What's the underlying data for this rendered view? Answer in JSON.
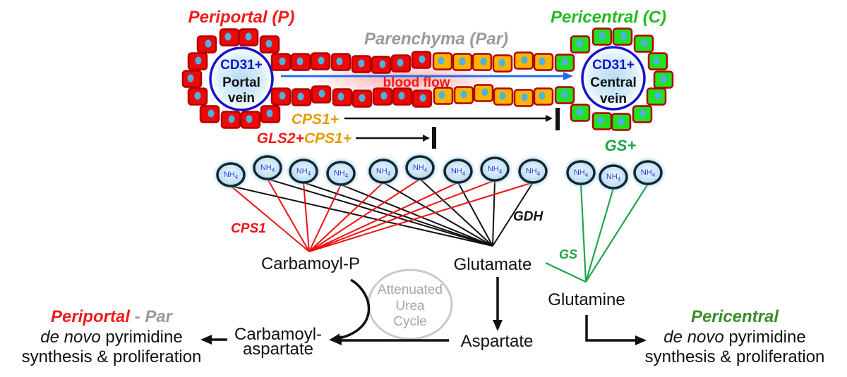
{
  "zones": {
    "periportal": {
      "label": "Periportal (P)"
    },
    "parenchyma": {
      "label": "Parenchyma (Par)"
    },
    "pericentral": {
      "label": "Pericentral (C)"
    }
  },
  "vessels": {
    "portal": {
      "marker": "CD31+",
      "name_line1": "Portal",
      "name_line2": "vein"
    },
    "central": {
      "marker": "CD31+",
      "name_line1": "Central",
      "name_line2": "vein"
    }
  },
  "blood_flow_label": "blood flow",
  "cells": {
    "portal_ring": [
      "periportal",
      "periportal",
      "periportal",
      "periportal",
      "periportal",
      "periportal",
      "periportal",
      "periportal",
      "periportal",
      "periportal",
      "periportal"
    ],
    "central_ring": [
      "pericentral",
      "pericentral",
      "pericentral",
      "pericentral",
      "pericentral",
      "pericentral",
      "pericentral",
      "pericentral",
      "pericentral",
      "pericentral",
      "pericentral"
    ],
    "channel_top_row": [
      "periportal",
      "periportal",
      "periportal",
      "periportal",
      "periportal",
      "periportal",
      "periportal",
      "periportal",
      "parenchyma",
      "parenchyma",
      "parenchyma",
      "parenchyma",
      "parenchyma",
      "parenchyma",
      "pericentral"
    ],
    "channel_bottom_row": [
      "periportal",
      "periportal",
      "periportal",
      "periportal",
      "periportal",
      "periportal",
      "periportal",
      "periportal",
      "parenchyma",
      "parenchyma",
      "parenchyma",
      "parenchyma",
      "parenchyma",
      "parenchyma",
      "pericentral"
    ]
  },
  "expression_markers": {
    "cps1": "CPS1+",
    "gls2": "GLS2+",
    "gls2_cps1": "CPS1+",
    "gs": "GS+"
  },
  "ammonium": {
    "label": "NH",
    "subscript": "4",
    "main_group_count": 9,
    "gs_group_count": 3
  },
  "enzymes": {
    "cps1": "CPS1",
    "gdh": "GDH",
    "gs": "GS"
  },
  "metabolites": {
    "carbamoyl_p": "Carbamoyl-P",
    "glutamate": "Glutamate",
    "glutamine": "Glutamine",
    "aspartate": "Aspartate",
    "carbamoyl_aspartate_line1": "Carbamoyl-",
    "carbamoyl_aspartate_line2": "aspartate"
  },
  "urea_cycle": {
    "line1": "Attenuated",
    "line2": "Urea",
    "line3": "Cycle"
  },
  "outcomes": {
    "left": {
      "zone": "Periportal",
      "separator": " - ",
      "zone2": "Par",
      "italic": "de novo",
      "rest": " pyrimidine",
      "line3": "synthesis & proliferation"
    },
    "right": {
      "zone": "Pericentral",
      "italic": "de novo",
      "rest": " pyrimidine",
      "line3": "synthesis & proliferation"
    }
  },
  "colors": {
    "periportal_text": "#ee1c1c",
    "parenchyma_text": "#9a9a9a",
    "pericentral_text": "#22bb22",
    "pericentral_dark": "#3c8c28",
    "cps1_orange": "#e99a00",
    "gs_green": "#1ea64a",
    "vessel_blue": "#1414cc",
    "flow_blue": "#1e6ff0",
    "cell_periportal": "#ee0808",
    "cell_parenchyma": "#ffb400",
    "cell_pericentral": "#22e022",
    "cell_border": "#b30000",
    "nucleus": "#4cb2e2",
    "nh4_text": "#2a35e6",
    "nh4_ring": "#16262e",
    "line_red": "#ee1111",
    "line_black": "#111111",
    "urea_gray": "#c9c9c9",
    "urea_text": "#a5a5a5"
  }
}
